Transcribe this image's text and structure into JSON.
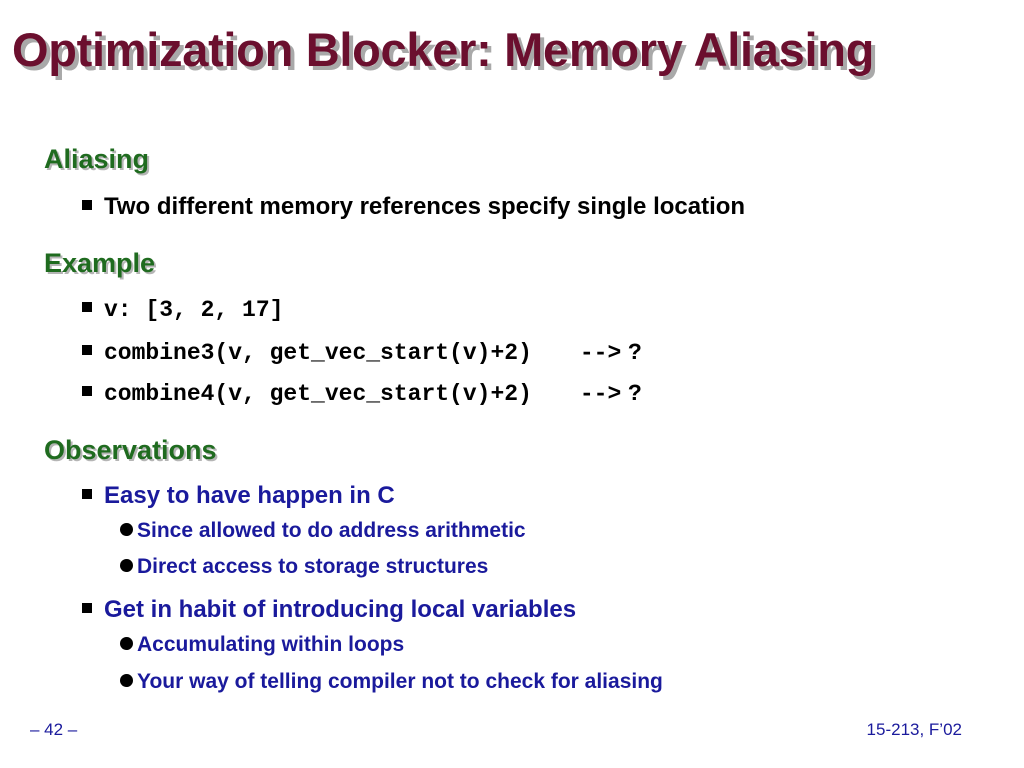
{
  "slide": {
    "title": "Optimization Blocker: Memory Aliasing",
    "sections": {
      "aliasing": {
        "heading": "Aliasing",
        "bullets": [
          "Two different memory references specify single location"
        ]
      },
      "example": {
        "heading": "Example",
        "bullets": [
          {
            "code": "v: [3, 2, 17]"
          },
          {
            "code": "combine3(v, get_vec_start(v)+2)",
            "arrow": "-->",
            "result": "?"
          },
          {
            "code": "combine4(v, get_vec_start(v)+2)",
            "arrow": "-->",
            "result": "?"
          }
        ]
      },
      "observations": {
        "heading": "Observations",
        "groups": [
          {
            "text": "Easy to have happen in C",
            "sub": [
              "Since allowed to do address arithmetic",
              "Direct access to storage structures"
            ]
          },
          {
            "text": "Get in habit of introducing local variables",
            "sub": [
              "Accumulating within loops",
              "Your way of telling compiler not to check for aliasing"
            ]
          }
        ]
      }
    },
    "footer": {
      "page": "– 42 –",
      "course": "15-213, F’02"
    }
  },
  "colors": {
    "title": "#6b0f2e",
    "heading": "#1f6b1f",
    "body_blue": "#1a1a9c"
  }
}
